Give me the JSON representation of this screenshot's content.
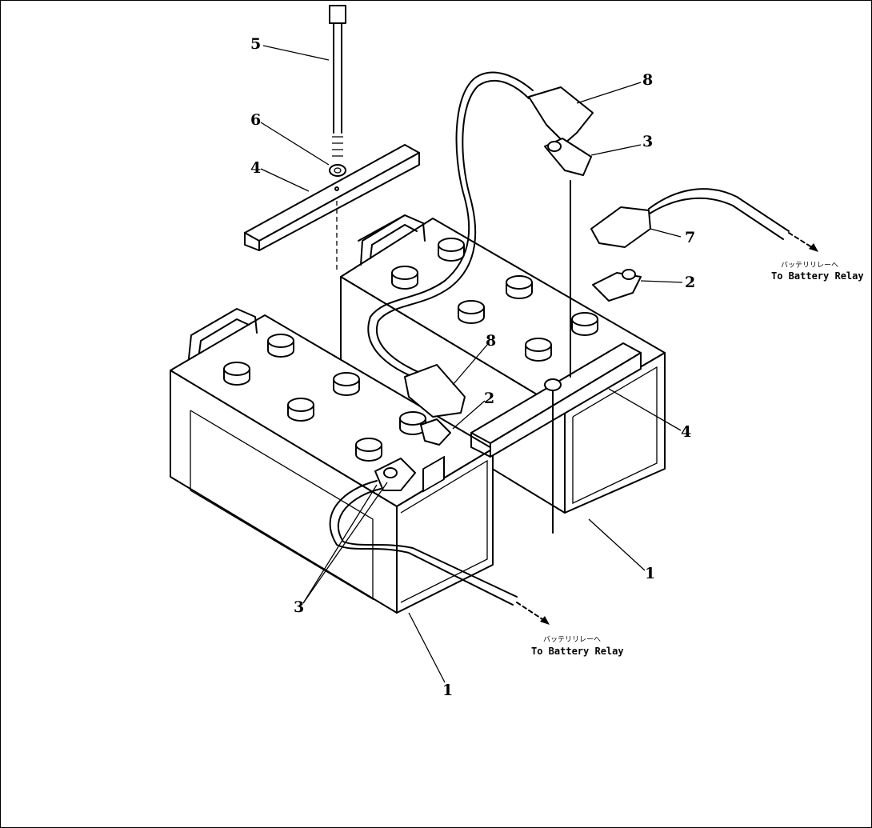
{
  "callouts": {
    "c1a": "1",
    "c1b": "1",
    "c2a": "2",
    "c2b": "2",
    "c3a": "3",
    "c3b": "3",
    "c4a": "4",
    "c4b": "4",
    "c5": "5",
    "c6": "6",
    "c7": "7",
    "c8a": "8",
    "c8b": "8"
  },
  "notes": {
    "relay_jp": "バッテリリレーへ",
    "relay_en": "To Battery Relay"
  },
  "colors": {
    "line": "#000000",
    "background": "#ffffff"
  }
}
